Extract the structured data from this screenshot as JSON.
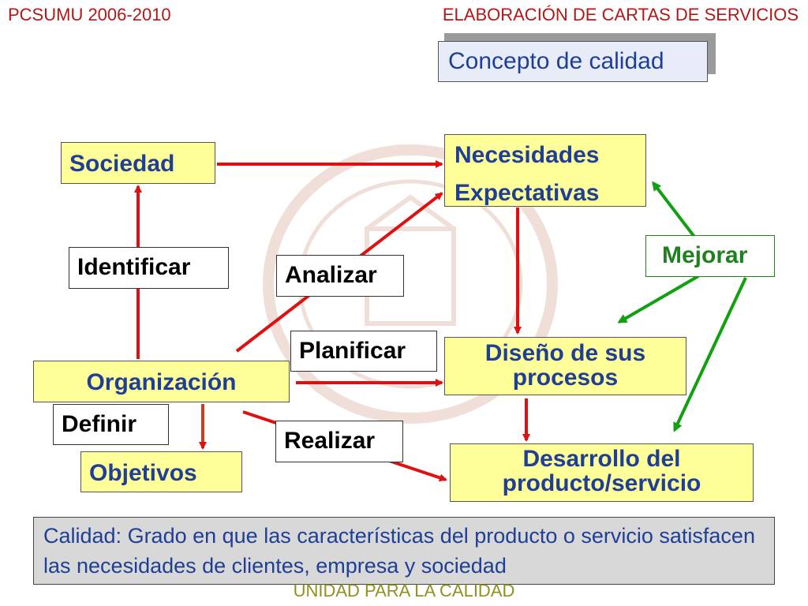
{
  "header": {
    "left": "PCSUMU 2006-2010",
    "right": "ELABORACIÓN DE CARTAS DE SERVICIOS"
  },
  "title": "Concepto de calidad",
  "nodes": {
    "sociedad": "Sociedad",
    "necesidades": "Necesidades",
    "expectativas": "Expectativas",
    "organizacion": "Organización",
    "objetivos": "Objetivos",
    "diseno": "Diseño de sus procesos",
    "desarrollo": "Desarrollo del producto/servicio"
  },
  "actions": {
    "identificar": "Identificar",
    "analizar": "Analizar",
    "planificar": "Planificar",
    "definir": "Definir",
    "realizar": "Realizar",
    "mejorar": "Mejorar"
  },
  "definition": "Calidad: Grado en que las características del producto o servicio satisfacen las necesidades de clientes, empresa y sociedad",
  "footer": "UNIDAD PARA LA CALIDAD",
  "colors": {
    "header_red": "#b01818",
    "box_yellow": "#ffff99",
    "text_blue": "#1f3f96",
    "arrow_red": "#e01010",
    "arrow_green": "#10a010",
    "mejorar_green": "#208020",
    "watermark": "#b05030"
  }
}
